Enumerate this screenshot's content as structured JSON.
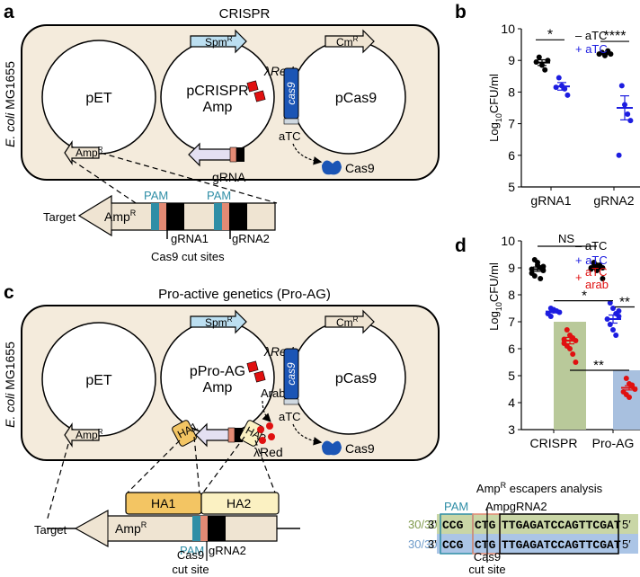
{
  "panels": {
    "a": {
      "label": "a",
      "title": "CRISPR",
      "strain": "MG1655",
      "strain_italic": "E. coli",
      "plasmid_pET": "pET",
      "plasmid_pCRISPR": [
        "pCRISPR",
        "Amp"
      ],
      "plasmid_pCas9": "pCas9",
      "ampR": "Amp",
      "spmR": "Spm",
      "cmR": "Cm",
      "superscript_R": "R",
      "lambda_red": "λRed",
      "cas9_gene": "cas9",
      "gRNA": "gRNA",
      "aTC": "aTC",
      "cas9_protein": "Cas9",
      "target": "Target",
      "pam": [
        "PAM",
        "PAM"
      ],
      "gRNA1": "gRNA1",
      "gRNA2": "gRNA2",
      "cut_sites": "Cas9 cut sites"
    },
    "b": {
      "label": "b",
      "ylabel_pre": "Log",
      "ylabel_sub": "10",
      "ylabel_post": "CFU/ml",
      "legend_minus": "– aTC",
      "legend_plus": "+ aTC",
      "sig1": "*",
      "sig2": "****"
    },
    "c": {
      "label": "c",
      "title": "Pro-active genetics (Pro-AG)",
      "strain": "MG1655",
      "strain_italic": "E. coli",
      "plasmid_pET": "pET",
      "plasmid_pProAG": [
        "pPro-AG",
        "Amp"
      ],
      "plasmid_pCas9": "pCas9",
      "ha1": "HA1",
      "ha2": "HA2",
      "arab": "Arab",
      "lambda_red_protein": "λRed",
      "target": "Target",
      "pam": "PAM",
      "gRNA2": "gRNA2",
      "cut_site": [
        "Cas9",
        "cut site"
      ]
    },
    "d": {
      "label": "d",
      "legend_minus": "– aTC",
      "legend_plus": "+ aTC",
      "legend_arab": [
        "aTC",
        "arab"
      ],
      "ns": "NS",
      "sig_a": "*",
      "sig_b": "**",
      "sig_c": "**"
    },
    "e": {
      "title": "Amp",
      "title_sup": "R",
      "title_post": " escapers analysis",
      "pam": "PAM",
      "ampg": "AmpgRNA2",
      "row1_count": "30/30",
      "row2_count": "30/30",
      "seq_left": "3′",
      "seq_right": "5′",
      "seq_pam": "CCG",
      "seq_mid": "CTG",
      "seq_target": "TTGAGATCCAGTTCGAT",
      "cut_label": [
        "Cas9",
        "cut site"
      ]
    }
  },
  "chart_data": [
    {
      "type": "scatter",
      "panel": "b",
      "categories": [
        "gRNA1",
        "gRNA2"
      ],
      "ylabel": "Log10CFU/ml",
      "ylim": [
        5,
        10
      ],
      "yticks": [
        5,
        6,
        7,
        8,
        9,
        10
      ],
      "legend": "top-right",
      "series": [
        {
          "name": "– aTC",
          "color": "#000000",
          "points": [
            [
              0,
              9.1
            ],
            [
              0,
              8.85
            ],
            [
              0,
              8.7
            ],
            [
              0,
              9.0
            ],
            [
              0,
              8.95
            ],
            [
              1,
              9.25
            ],
            [
              1,
              9.15
            ],
            [
              1,
              9.3
            ],
            [
              1,
              9.2
            ],
            [
              1,
              9.2
            ]
          ],
          "means": [
            8.93,
            9.22
          ],
          "sem": [
            0.09,
            0.03
          ]
        },
        {
          "name": "+ aTC",
          "color": "#1d1de0",
          "points": [
            [
              0,
              8.45
            ],
            [
              0,
              8.2
            ],
            [
              0,
              8.1
            ],
            [
              0,
              7.9
            ],
            [
              0,
              8.15
            ],
            [
              1,
              8.2
            ],
            [
              1,
              7.6
            ],
            [
              1,
              7.3
            ],
            [
              1,
              7.1
            ],
            [
              1,
              6.0
            ]
          ],
          "means": [
            8.18,
            7.5
          ],
          "sem": [
            0.12,
            0.38
          ]
        }
      ],
      "significance": [
        {
          "category": 0,
          "label": "*",
          "y": 9.65
        },
        {
          "category": 1,
          "label": "****",
          "y": 9.6
        }
      ]
    },
    {
      "type": "scatter",
      "panel": "d",
      "categories": [
        "CRISPR",
        "Pro-AG"
      ],
      "ylabel": "Log10CFU/ml",
      "ylim": [
        3,
        10
      ],
      "yticks": [
        3,
        4,
        5,
        6,
        7,
        8,
        9,
        10
      ],
      "legend": "top-right",
      "series": [
        {
          "name": "– aTC",
          "color": "#000000",
          "points": [
            [
              0,
              9.3
            ],
            [
              0,
              9.1
            ],
            [
              0,
              9.0
            ],
            [
              0,
              8.9
            ],
            [
              0,
              8.8
            ],
            [
              0,
              8.7
            ],
            [
              0,
              9.2
            ],
            [
              0,
              8.6
            ],
            [
              0,
              9.05
            ],
            [
              0,
              8.95
            ],
            [
              1,
              9.2
            ],
            [
              1,
              9.1
            ],
            [
              1,
              9.05
            ],
            [
              1,
              9.0
            ],
            [
              1,
              8.95
            ],
            [
              1,
              9.15
            ],
            [
              1,
              8.9
            ],
            [
              1,
              9.1
            ],
            [
              1,
              8.6
            ],
            [
              1,
              9.0
            ]
          ],
          "means": [
            8.95,
            9.0
          ],
          "sem": [
            0.08,
            0.05
          ]
        },
        {
          "name": "+ aTC",
          "color": "#1d1de0",
          "points": [
            [
              0,
              7.5
            ],
            [
              0,
              7.45
            ],
            [
              0,
              7.4
            ],
            [
              0,
              7.35
            ],
            [
              0,
              7.3
            ],
            [
              0,
              7.2
            ],
            [
              0,
              7.4
            ],
            [
              1,
              7.7
            ],
            [
              1,
              7.5
            ],
            [
              1,
              7.3
            ],
            [
              1,
              7.2
            ],
            [
              1,
              7.1
            ],
            [
              1,
              6.9
            ],
            [
              1,
              6.7
            ],
            [
              1,
              6.5
            ],
            [
              1,
              7.4
            ]
          ],
          "means": [
            7.38,
            7.1
          ],
          "sem": [
            0.04,
            0.15
          ]
        },
        {
          "name": "aTC + arab",
          "color": "#e01010",
          "points": [
            [
              0,
              6.7
            ],
            [
              0,
              6.5
            ],
            [
              0,
              6.4
            ],
            [
              0,
              6.3
            ],
            [
              0,
              6.2
            ],
            [
              0,
              6.1
            ],
            [
              0,
              6.0
            ],
            [
              0,
              5.8
            ],
            [
              0,
              5.5
            ],
            [
              0,
              6.35
            ],
            [
              1,
              4.9
            ],
            [
              1,
              4.7
            ],
            [
              1,
              4.6
            ],
            [
              1,
              4.5
            ],
            [
              1,
              4.4
            ],
            [
              1,
              4.3
            ],
            [
              1,
              4.2
            ],
            [
              1,
              4.65
            ]
          ],
          "means": [
            6.3,
            4.55
          ],
          "sem": [
            0.12,
            0.08
          ]
        }
      ],
      "bars": [
        {
          "category": 0,
          "value": 7.0,
          "color": "#b9c99a"
        },
        {
          "category": 1,
          "value": 5.2,
          "color": "#a8c0df"
        }
      ],
      "significance": [
        {
          "from": 0,
          "to": 1,
          "label": "NS",
          "y": 9.8
        },
        {
          "from": 0,
          "to": 1,
          "label": "*",
          "y": 7.78
        },
        {
          "from": 1,
          "to": 1,
          "label": "**",
          "y": 7.55
        },
        {
          "from": 0,
          "to": 1,
          "label": "**",
          "y": 5.2
        }
      ]
    }
  ],
  "colors": {
    "box_fill": "#f4ebdc",
    "pam_teal": "#2f8ea6",
    "salmon": "#e38a74",
    "red": "#e01010",
    "blue": "#1d1de0",
    "cas9_blue": "#1b55b5",
    "ha1": "#f3c563",
    "ha2": "#fbf1c2",
    "gene_fill": "#efe4d2",
    "arrow_blue_fill": "#bcdff1",
    "arrow_purple_fill": "#e4e0f2",
    "seq_green": "#c9d6a6",
    "seq_blue": "#abc5e6",
    "count_green": "#7f9a4c",
    "count_blue": "#6e9bc9"
  }
}
